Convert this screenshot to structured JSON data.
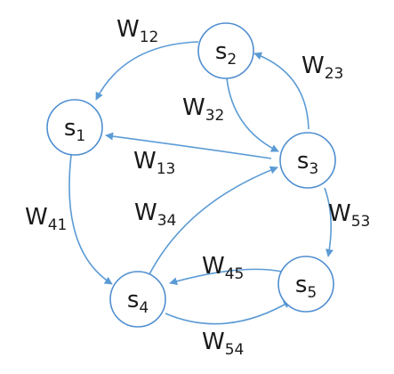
{
  "colors": {
    "stroke": "#4f8ed0",
    "edge": "#5b9bd5",
    "text": "#1a1a1a",
    "background": "#ffffff"
  },
  "nodes": [
    {
      "id": "s1",
      "main": "s",
      "sub": "1"
    },
    {
      "id": "s2",
      "main": "s",
      "sub": "2"
    },
    {
      "id": "s3",
      "main": "s",
      "sub": "3"
    },
    {
      "id": "s4",
      "main": "s",
      "sub": "4"
    },
    {
      "id": "s5",
      "main": "s",
      "sub": "5"
    }
  ],
  "edges": [
    {
      "id": "w12",
      "from": "s2",
      "to": "s1",
      "main": "W",
      "sub": "12"
    },
    {
      "id": "w23",
      "from": "s3",
      "to": "s2",
      "main": "W",
      "sub": "23"
    },
    {
      "id": "w32",
      "from": "s2",
      "to": "s3",
      "main": "W",
      "sub": "32"
    },
    {
      "id": "w13",
      "from": "s3",
      "to": "s1",
      "main": "W",
      "sub": "13"
    },
    {
      "id": "w41",
      "from": "s1",
      "to": "s4",
      "main": "W",
      "sub": "41"
    },
    {
      "id": "w34",
      "from": "s4",
      "to": "s3",
      "main": "W",
      "sub": "34"
    },
    {
      "id": "w53",
      "from": "s3",
      "to": "s5",
      "main": "W",
      "sub": "53"
    },
    {
      "id": "w45",
      "from": "s5",
      "to": "s4",
      "main": "W",
      "sub": "45"
    },
    {
      "id": "w54",
      "from": "s4",
      "to": "s5",
      "main": "W",
      "sub": "54"
    }
  ]
}
